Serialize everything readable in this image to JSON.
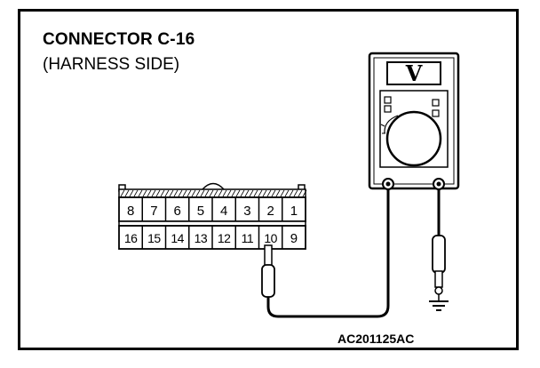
{
  "figure": {
    "title": "CONNECTOR C-16",
    "subtitle": "(HARNESS SIDE)",
    "reference_code": "AC201125AC"
  },
  "connector": {
    "top_row": [
      "8",
      "7",
      "6",
      "5",
      "4",
      "3",
      "2",
      "1"
    ],
    "bottom_row": [
      "16",
      "15",
      "14",
      "13",
      "12",
      "11",
      "10",
      "9"
    ],
    "probed_terminal": "10"
  },
  "multimeter": {
    "mode_symbol": "V",
    "icons": [
      "multimeter-icon",
      "ground-icon",
      "test-probe-icon"
    ]
  }
}
